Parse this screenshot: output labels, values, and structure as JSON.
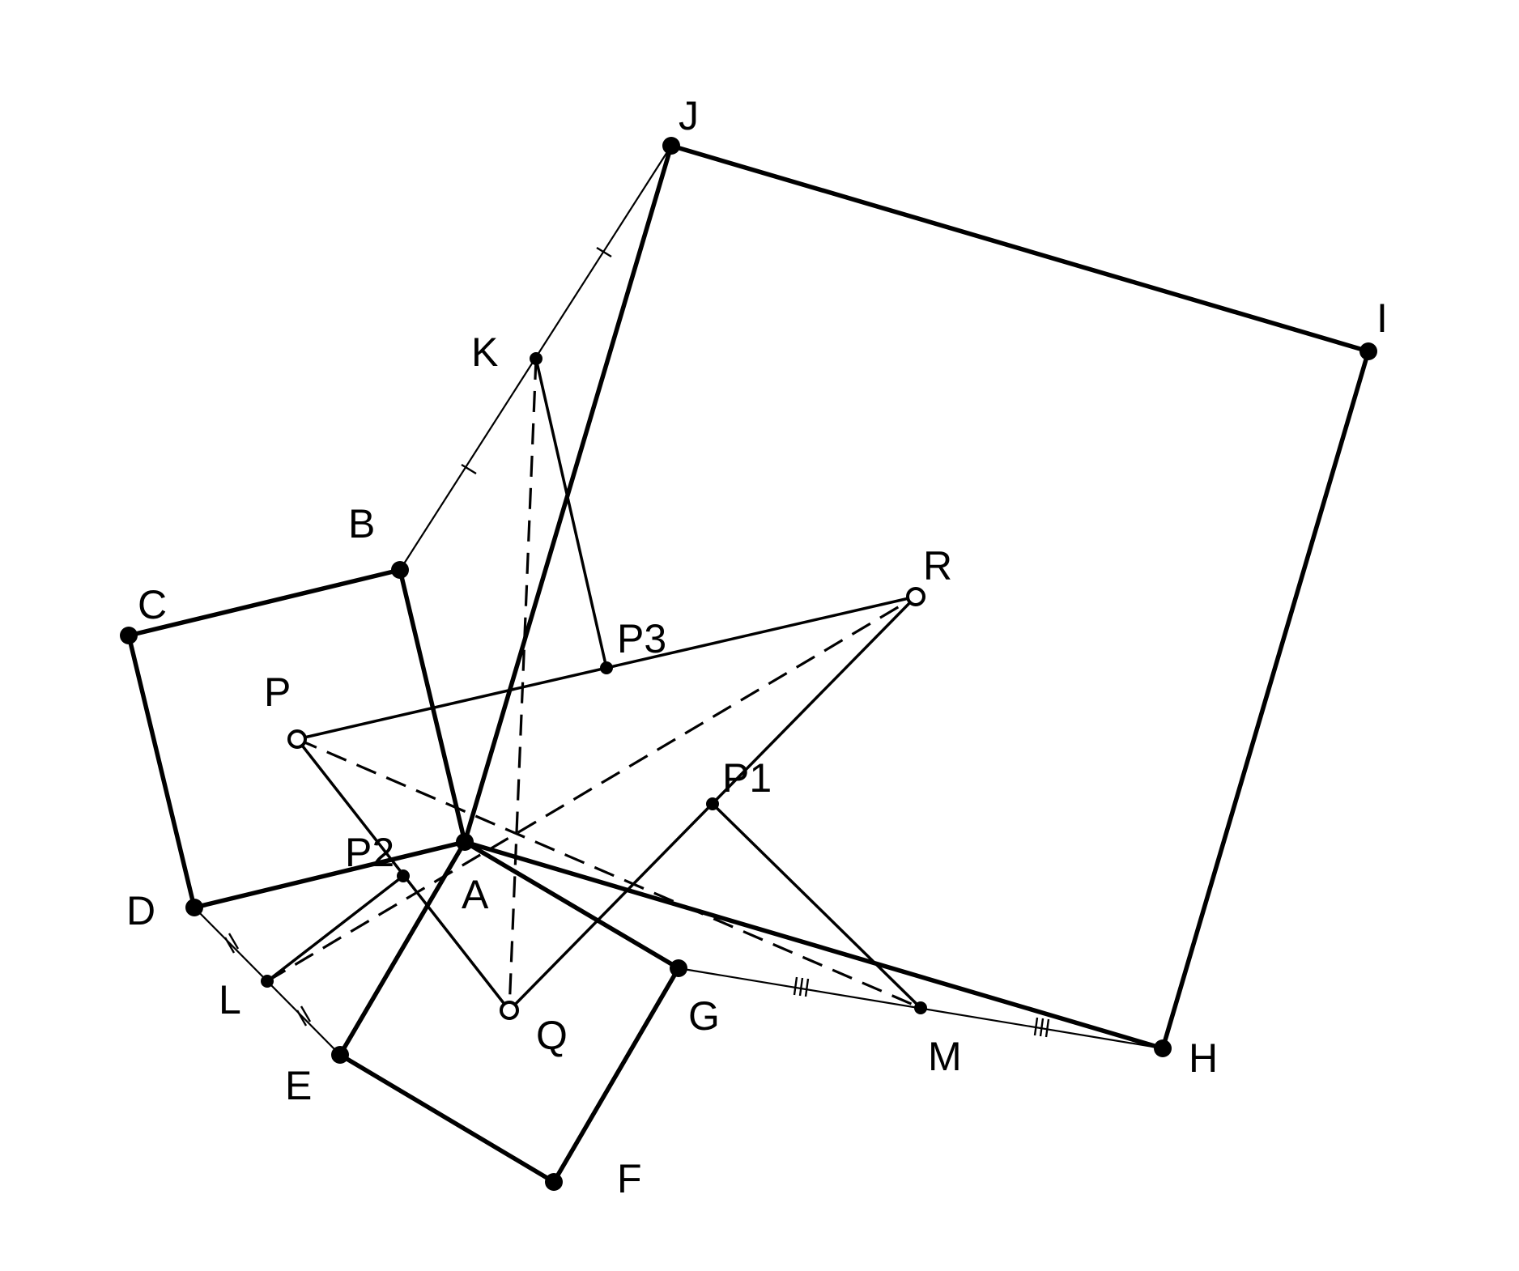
{
  "diagram": {
    "labels": {
      "A": "A",
      "B": "B",
      "C": "C",
      "D": "D",
      "E": "E",
      "F": "F",
      "G": "G",
      "H": "H",
      "I": "I",
      "J": "J",
      "K": "K",
      "L": "L",
      "M": "M",
      "P": "P",
      "Q": "Q",
      "R": "R",
      "P1": "P1",
      "P2": "P2",
      "P3": "P3"
    }
  }
}
